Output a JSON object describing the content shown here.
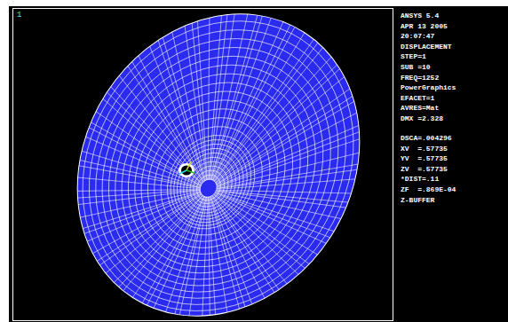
{
  "diagram": {
    "labels": [
      "1",
      "ANSYS 5.4",
      "APR 13 2005",
      "20:07:47",
      "DISPLACEMENT",
      "STEP=1",
      "SUB =10",
      "FREQ=1252",
      "PowerGraphics",
      "EFACET=1",
      "AVRES=Mat",
      "DMX =2.328",
      "DSCA=.004296",
      "XV  =.57735",
      "YV  =.57735",
      "ZV  =.57735",
      "*DIST=.11",
      "ZF  =.869E-04",
      "Z-BUFFER"
    ]
  }
}
